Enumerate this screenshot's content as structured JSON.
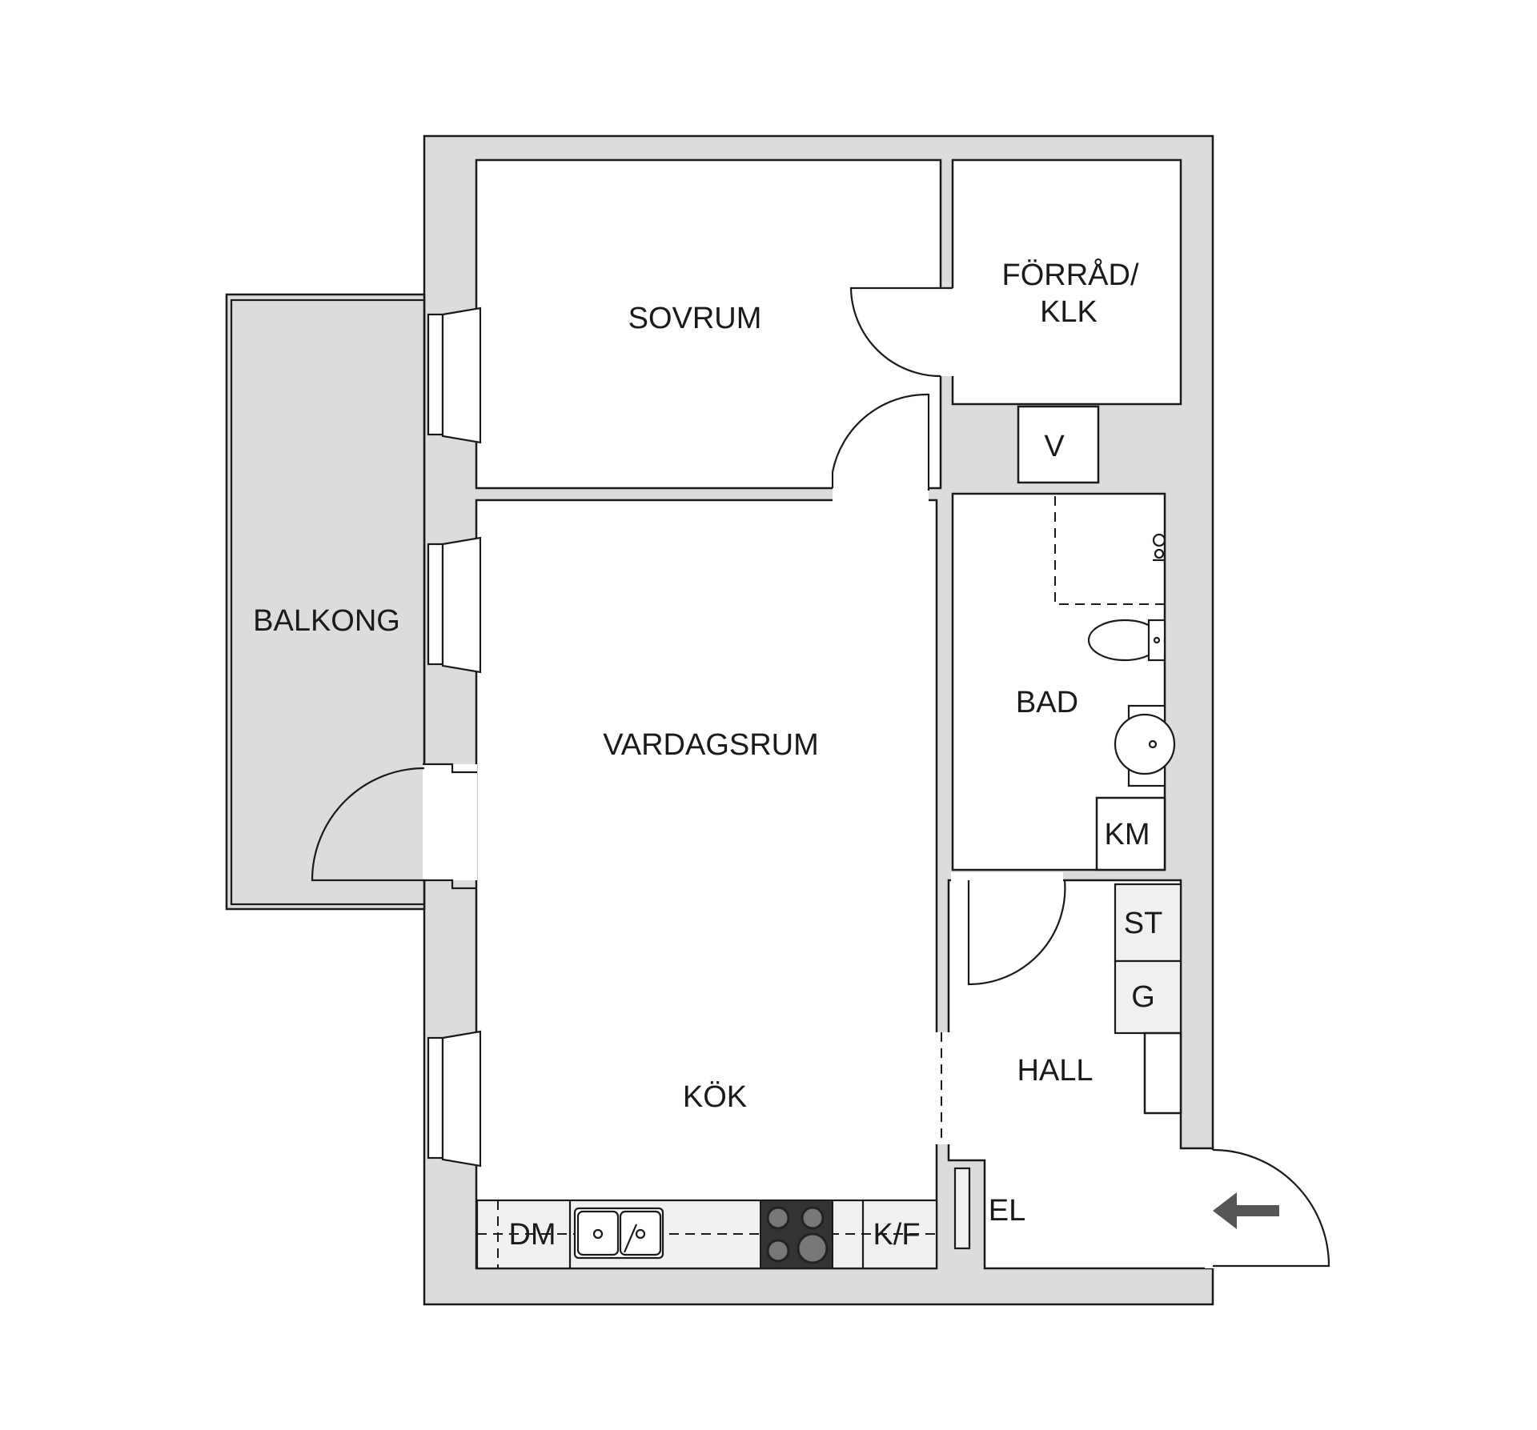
{
  "rooms": {
    "sovrum": "SOVRUM",
    "forrad_line1": "FÖRRÅD/",
    "forrad_line2": "KLK",
    "balkong": "BALKONG",
    "vardagsrum": "VARDAGSRUM",
    "kok": "KÖK",
    "bad": "BAD",
    "hall": "HALL"
  },
  "fixtures": {
    "v": "V",
    "km": "KM",
    "st": "ST",
    "g": "G",
    "el": "EL",
    "dm": "DM",
    "kf": "K/F"
  },
  "colors": {
    "wall": "#dcdcdc",
    "line": "#1a1a1a",
    "stove": "#333333",
    "arrow": "#555555"
  }
}
